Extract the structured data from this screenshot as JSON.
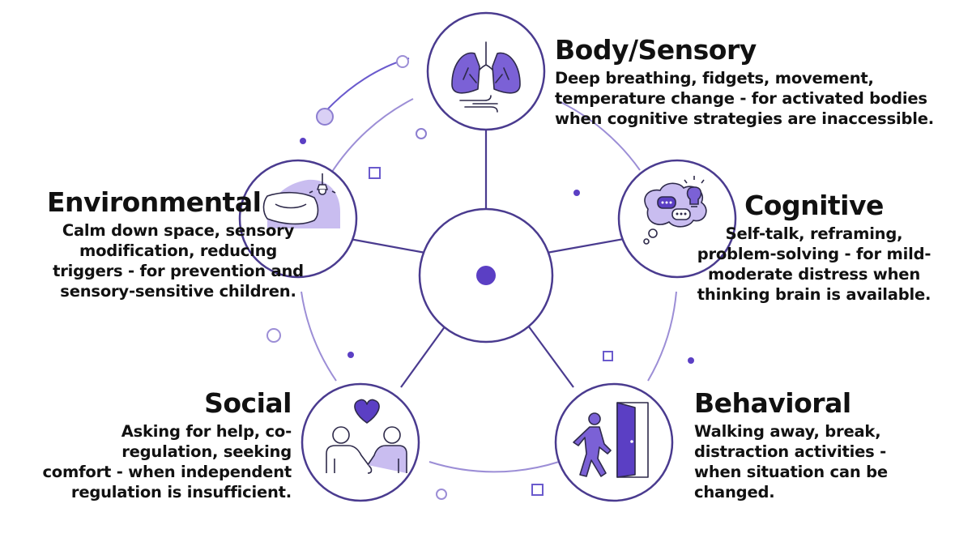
{
  "center": {
    "name": "regulation-hub"
  },
  "colors": {
    "accent": "#5b3fc4",
    "stroke": "#4a3b8f",
    "light": "#c9bdf0",
    "ring": "#9c8ed6"
  },
  "nodes": [
    {
      "id": "body-sensory",
      "icon": "lungs-icon",
      "title": "Body/Sensory",
      "lines": [
        "Deep breathing, fidgets, movement,",
        "temperature change - for activated bodies",
        "when cognitive strategies are inaccessible."
      ]
    },
    {
      "id": "cognitive",
      "icon": "thought-bubble-icon",
      "title": "Cognitive",
      "lines": [
        "Self-talk, reframing,",
        "problem-solving - for mild-",
        "moderate distress when",
        "thinking brain is available."
      ]
    },
    {
      "id": "behavioral",
      "icon": "walking-out-door-icon",
      "title": "Behavioral",
      "lines": [
        "Walking away, break,",
        "distraction activities -",
        "when situation can be",
        "changed."
      ]
    },
    {
      "id": "social",
      "icon": "people-heart-icon",
      "title": "Social",
      "lines": [
        "Asking for help, co-",
        "regulation, seeking",
        "comfort - when independent",
        "regulation is insufficient."
      ]
    },
    {
      "id": "environmental",
      "icon": "pillow-lamp-icon",
      "title": "Environmental",
      "lines": [
        "Calm down space, sensory",
        "modification, reducing",
        "triggers - for prevention and",
        "sensory-sensitive children."
      ]
    }
  ]
}
